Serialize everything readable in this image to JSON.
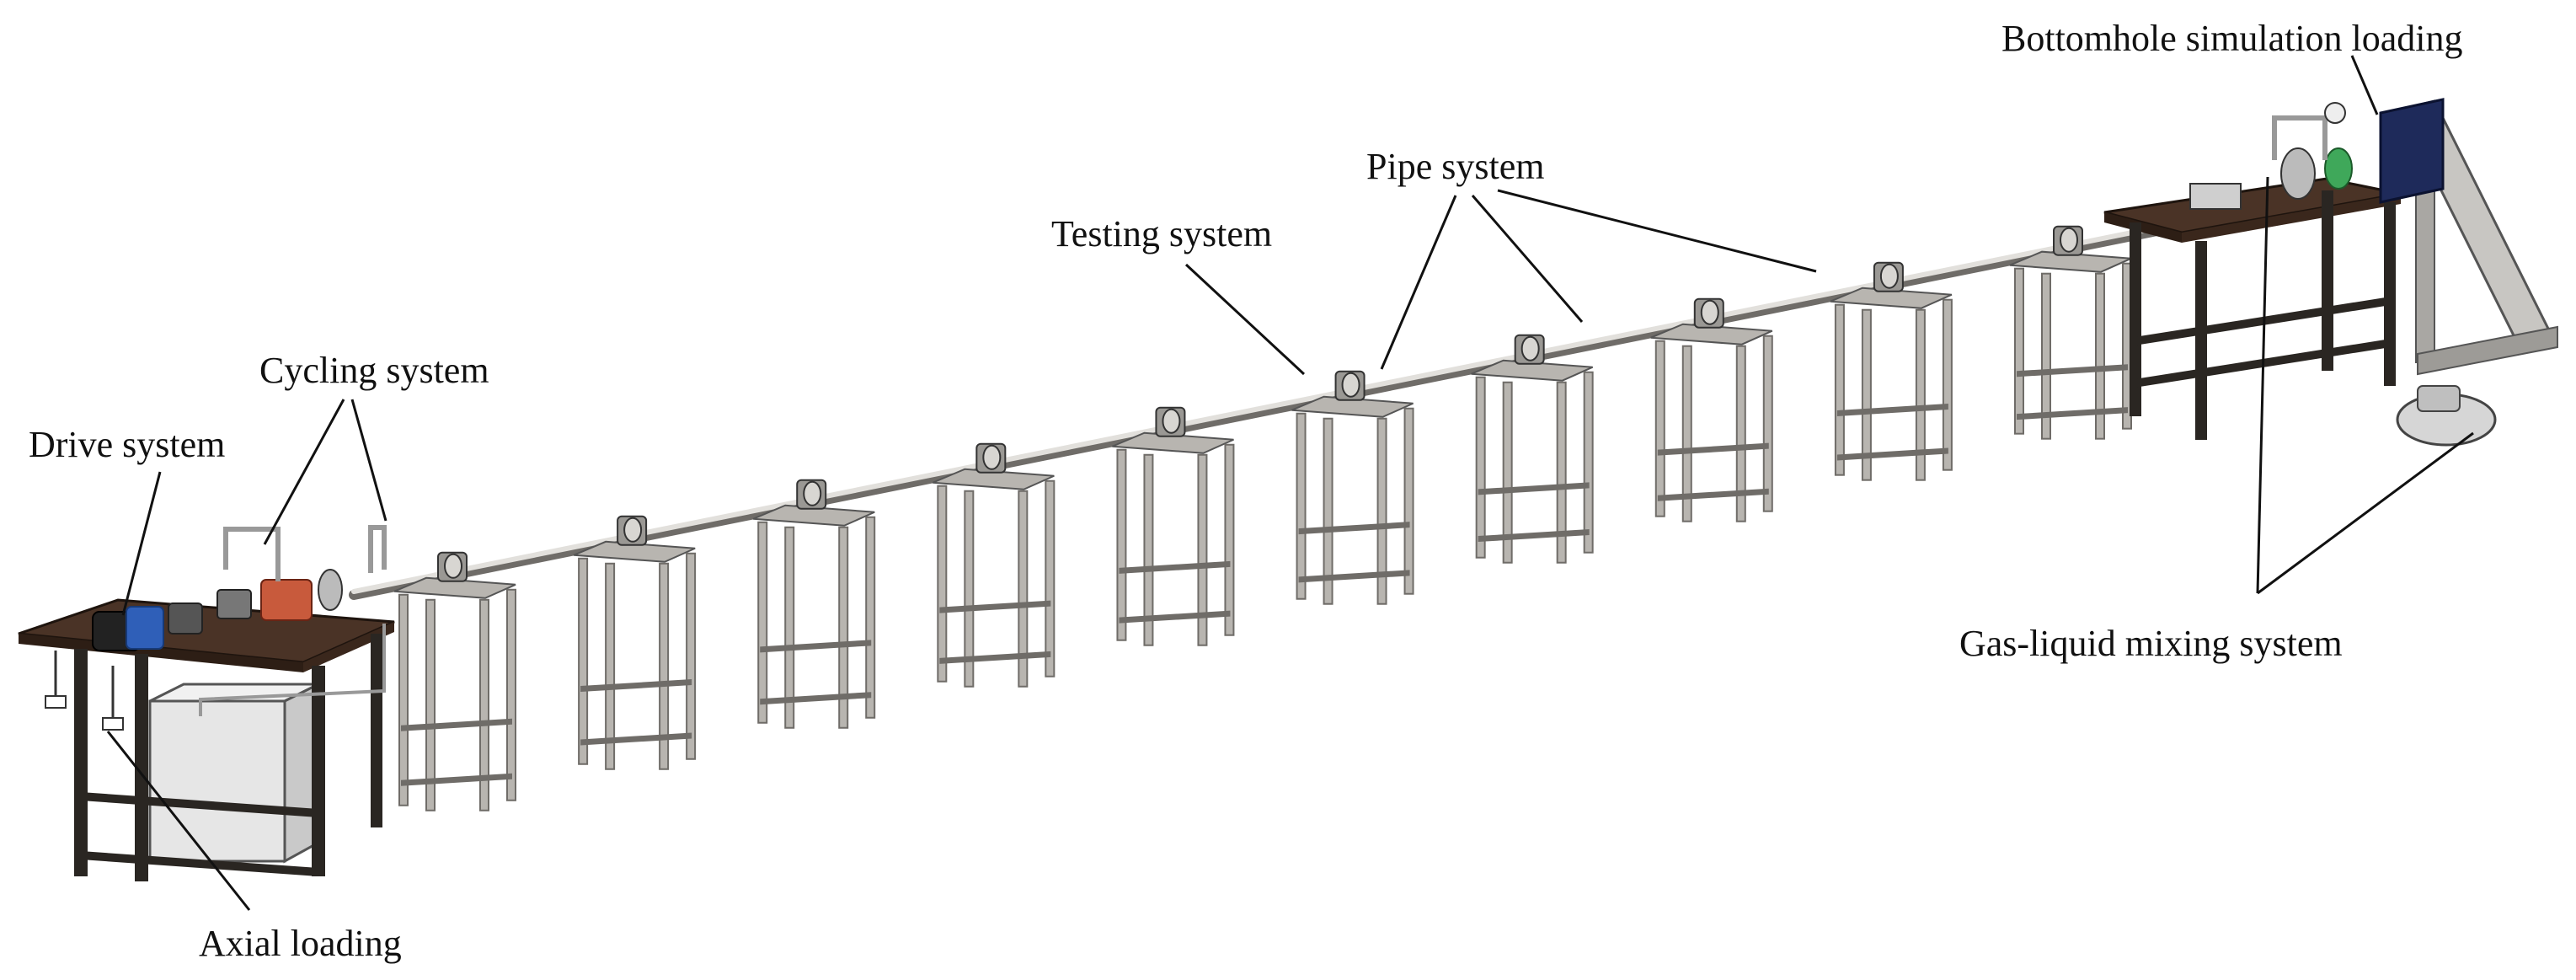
{
  "labels": {
    "bottomhole": "Bottomhole simulation loading",
    "pipe": "Pipe system",
    "testing": "Testing system",
    "cycling": "Cycling system",
    "drive": "Drive system",
    "gas_liquid": "Gas-liquid mixing system",
    "axial": "Axial loading"
  },
  "colors": {
    "table_top": "#4a3326",
    "frame_dark": "#2a2622",
    "stand_steel": "#b8b5b0",
    "stand_shade": "#6f6c68",
    "pipe": "#d6d4d0",
    "motor_blue": "#2f5fb8",
    "pump_red": "#c85a3c",
    "loading_panel": "#1e2a5a",
    "tank": "#d8d8d8",
    "leader_line": "#111111"
  },
  "stand_count": 10
}
